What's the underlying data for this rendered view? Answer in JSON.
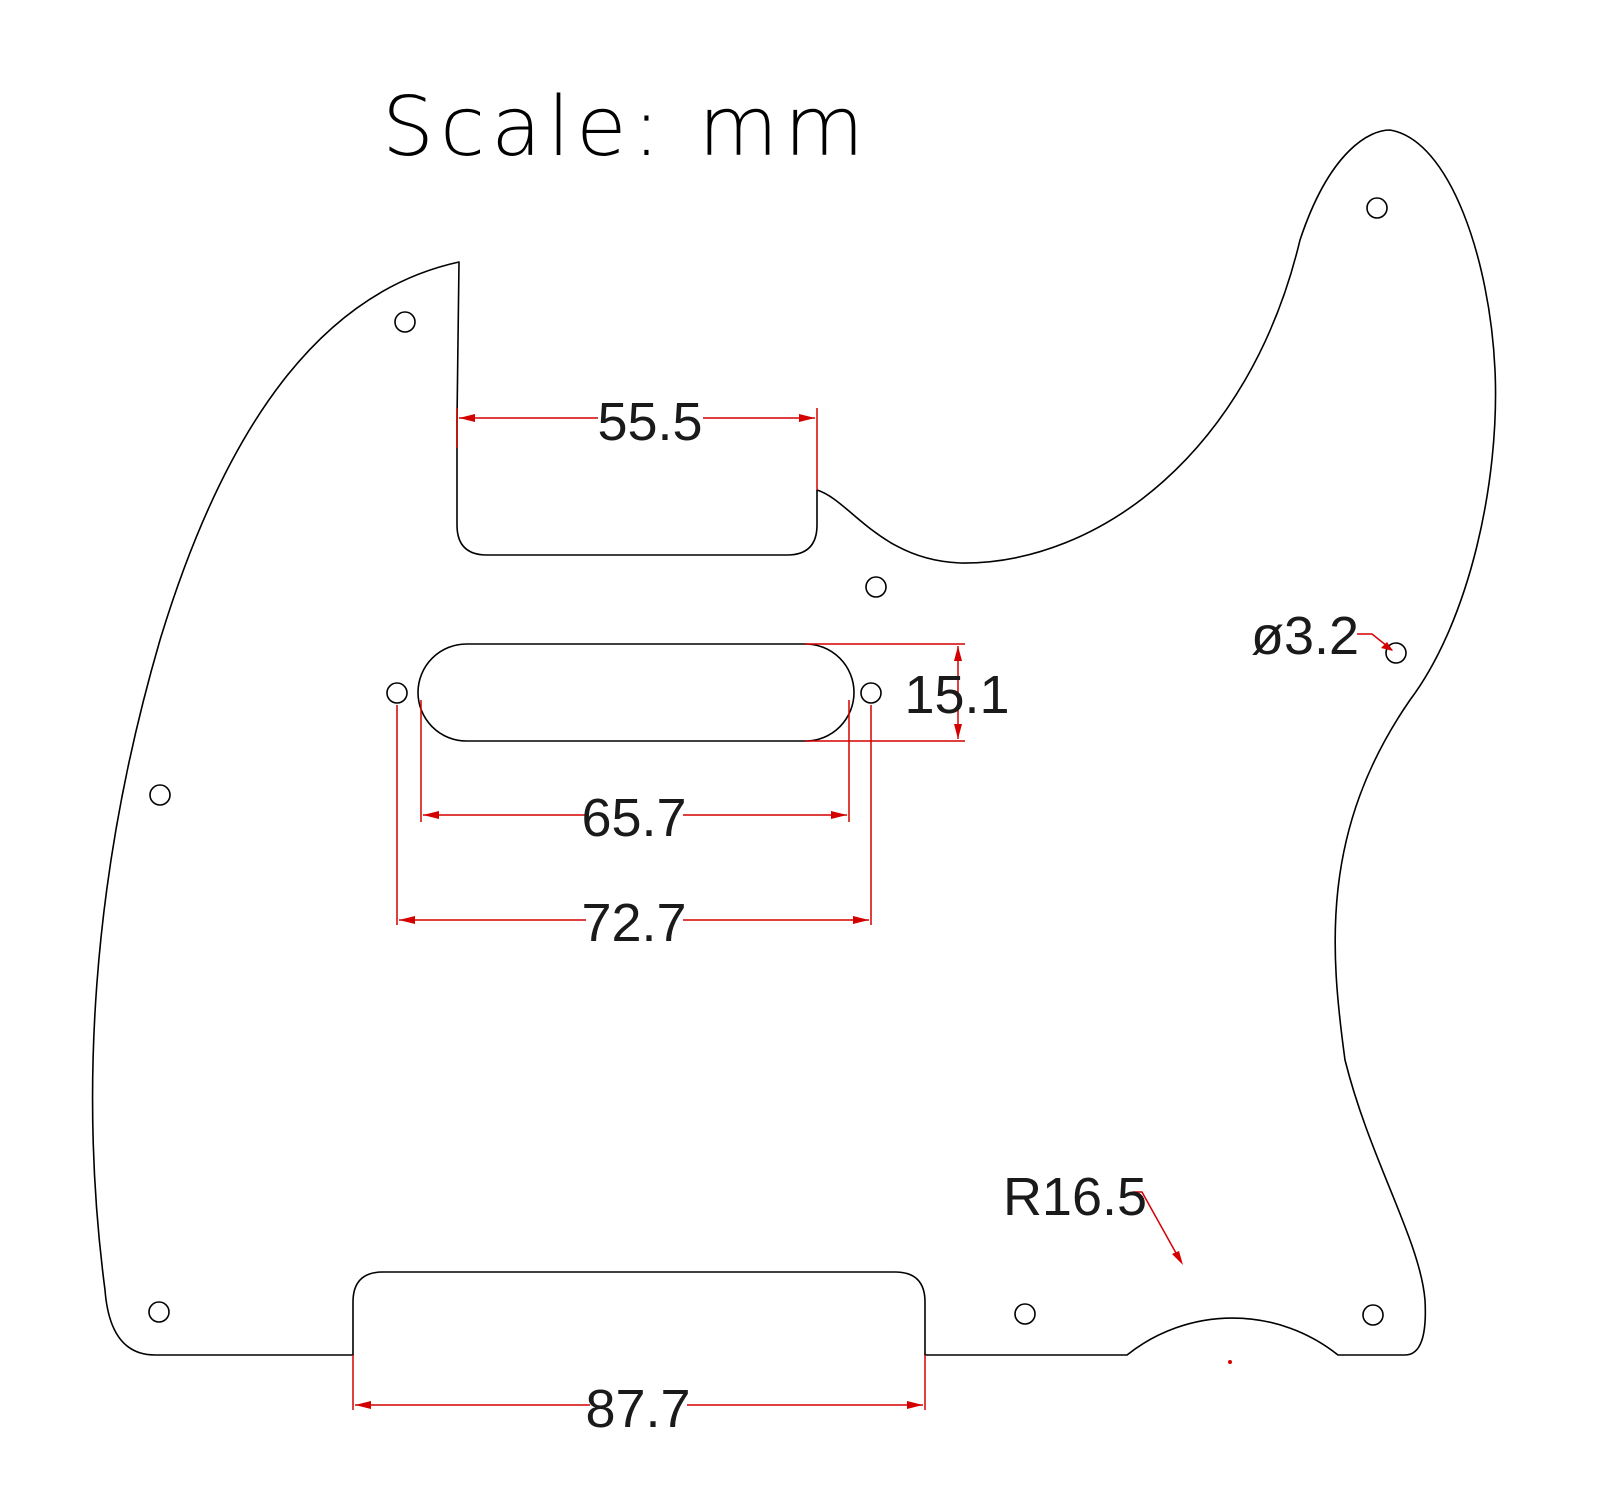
{
  "title": "Scale: mm",
  "dimensions": {
    "neck_pickup_width": "55.5",
    "bridge_pickup_height": "15.1",
    "bridge_pickup_width": "65.7",
    "bridge_screw_spacing": "72.7",
    "bridge_cutout_width": "87.7",
    "hole_diameter": "ø3.2",
    "control_radius": "R16.5"
  },
  "colors": {
    "outline": "#000000",
    "dimension": "#d40000"
  }
}
